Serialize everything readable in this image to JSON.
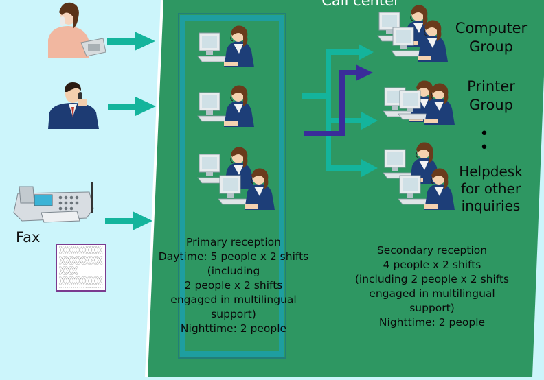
{
  "center_title": "Call center",
  "channels": {
    "fax_label": "Fax",
    "fax_paper_mark": "XXXXXXXXXXXXXXXXX"
  },
  "secondary_groups": [
    {
      "lines": [
        "Computer",
        "Group"
      ]
    },
    {
      "lines": [
        "Printer",
        "Group"
      ]
    },
    {
      "lines": [
        "Helpdesk",
        "for other",
        "inquiries"
      ]
    }
  ],
  "continuation_dots": [
    "•",
    "•"
  ],
  "primary_reception": {
    "lines": [
      "Primary reception",
      "Daytime: 5 people x 2 shifts",
      "(including",
      "2 people x 2 shifts",
      "engaged in multilingual",
      "support)",
      "Nighttime: 2 people"
    ]
  },
  "secondary_reception": {
    "lines": [
      "Secondary reception",
      "4 people x 2 shifts",
      "(including 2 people x 2 shifts",
      "engaged in multilingual",
      "support)",
      "Nighttime: 2 people"
    ]
  },
  "colors": {
    "page_bg": "#ccf5fb",
    "center_bg": "#2e9762",
    "arrow_teal": "#14b49c",
    "arrow_blue": "#3a2c9a",
    "frame_teal": "#1e9ea0"
  }
}
